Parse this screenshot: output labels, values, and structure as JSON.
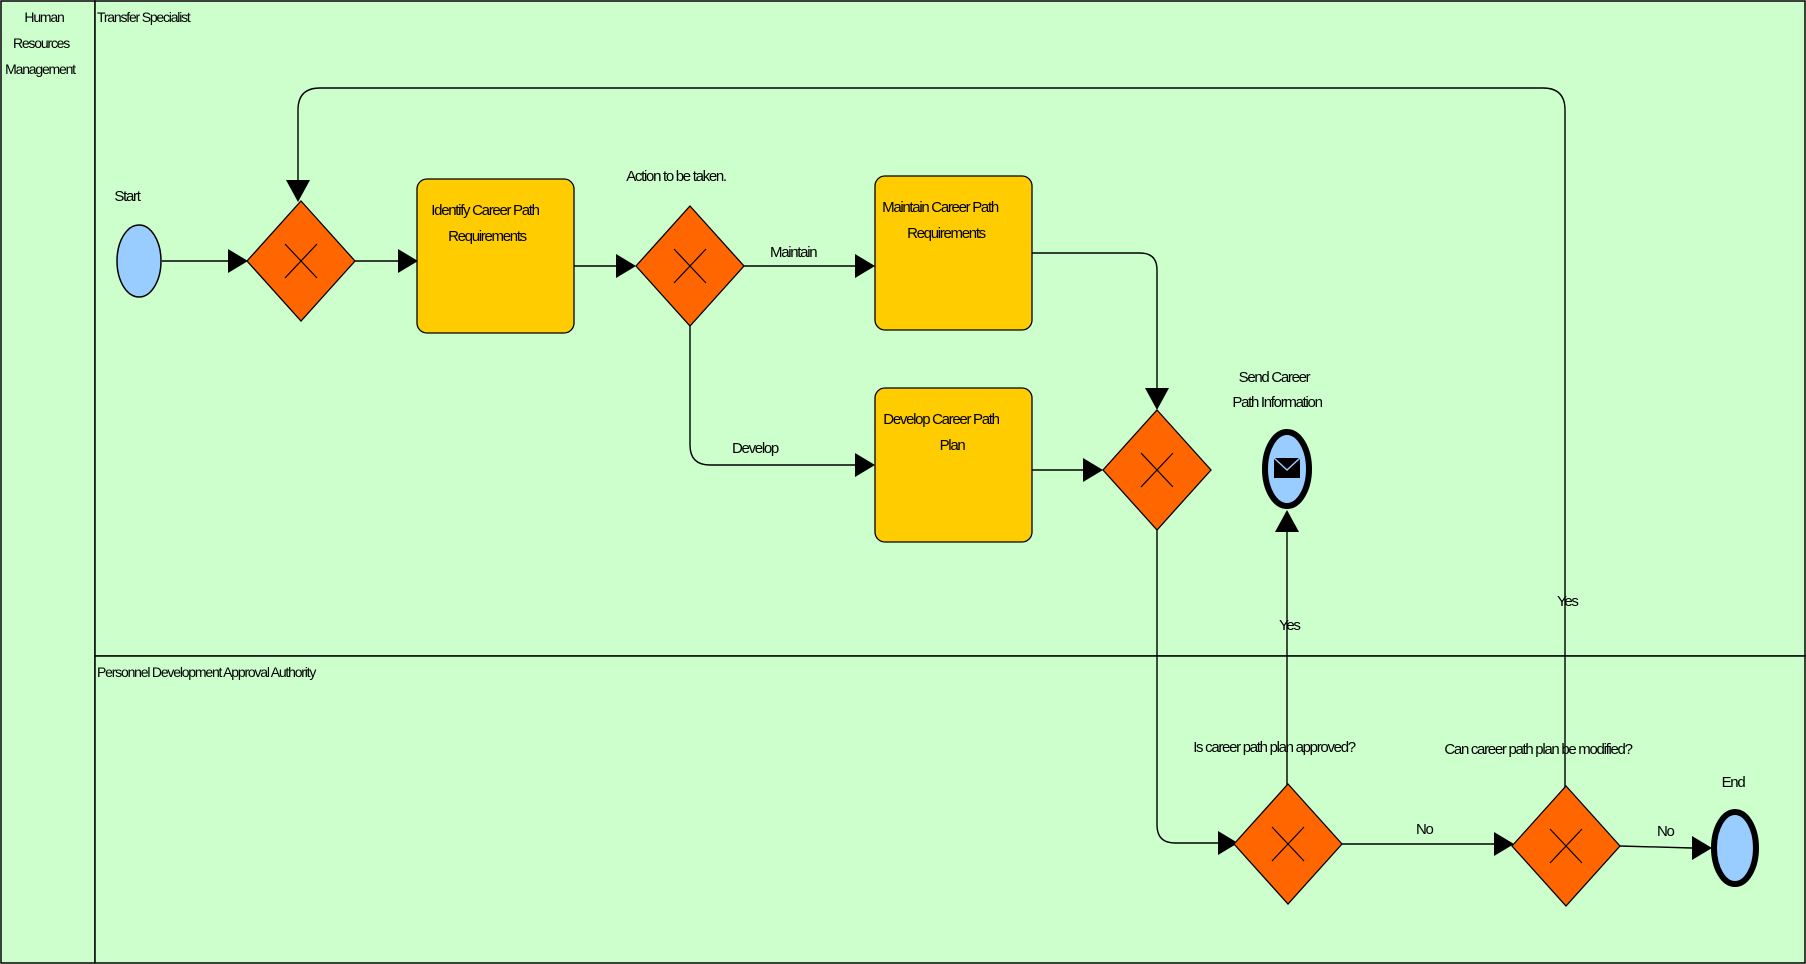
{
  "pool": {
    "label": [
      "Human",
      "Resources",
      "Management"
    ]
  },
  "lanes": [
    {
      "label": "Transfer Specialist"
    },
    {
      "label": "Personnel Development Approval Authority"
    }
  ],
  "events": {
    "start": "Start",
    "send": [
      "Send Career",
      "Path Information"
    ],
    "end": "End"
  },
  "tasks": {
    "identify": [
      "Identify Career Path",
      "Requirements"
    ],
    "maintain": [
      "Maintain Career Path",
      "Requirements"
    ],
    "develop": [
      "Develop Career Path",
      "Plan"
    ]
  },
  "gateways": {
    "action": "Action to be taken.",
    "approved": "Is career path plan approved?",
    "modify": "Can career path plan be modified?"
  },
  "flows": {
    "maintain": "Maintain",
    "develop": "Develop",
    "approved_yes": "Yes",
    "approved_no": "No",
    "modify_yes": "Yes",
    "modify_no": "No"
  },
  "colors": {
    "background": "#ccffcc",
    "task_fill": "#ffcc00",
    "gateway_fill": "#ff6600",
    "event_fill": "#99ccff",
    "line": "#000000"
  }
}
